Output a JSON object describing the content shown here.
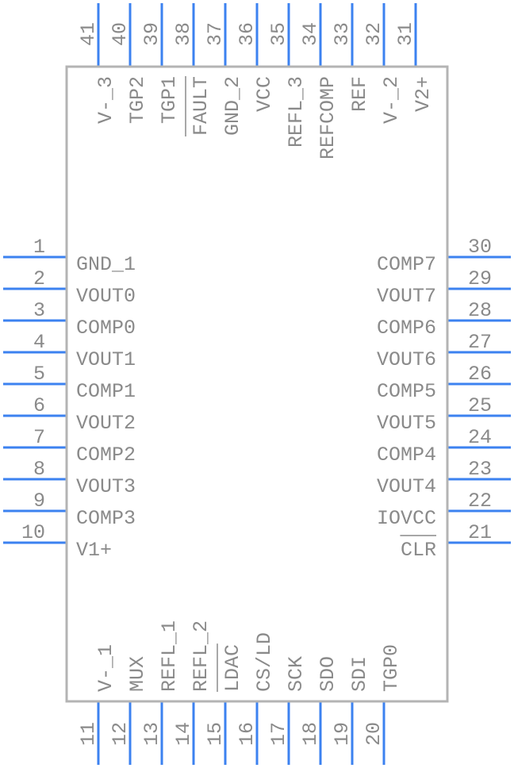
{
  "component": {
    "pins_left": [
      {
        "num": "1",
        "name": "GND_1"
      },
      {
        "num": "2",
        "name": "VOUT0"
      },
      {
        "num": "3",
        "name": "COMP0"
      },
      {
        "num": "4",
        "name": "VOUT1"
      },
      {
        "num": "5",
        "name": "COMP1"
      },
      {
        "num": "6",
        "name": "VOUT2"
      },
      {
        "num": "7",
        "name": "COMP2"
      },
      {
        "num": "8",
        "name": "VOUT3"
      },
      {
        "num": "9",
        "name": "COMP3"
      },
      {
        "num": "10",
        "name": "V1+"
      }
    ],
    "pins_bottom": [
      {
        "num": "11",
        "name": "V-_1"
      },
      {
        "num": "12",
        "name": "MUX"
      },
      {
        "num": "13",
        "name": "REFL_1"
      },
      {
        "num": "14",
        "name": "REFL_2"
      },
      {
        "num": "15",
        "name": "LDAC"
      },
      {
        "num": "16",
        "name": "CS/LD"
      },
      {
        "num": "17",
        "name": "SCK"
      },
      {
        "num": "18",
        "name": "SDO"
      },
      {
        "num": "19",
        "name": "SDI"
      },
      {
        "num": "20",
        "name": "TGP0"
      }
    ],
    "pins_right": [
      {
        "num": "21",
        "name": "CLR"
      },
      {
        "num": "22",
        "name": "IOVCC"
      },
      {
        "num": "23",
        "name": "VOUT4"
      },
      {
        "num": "24",
        "name": "COMP4"
      },
      {
        "num": "25",
        "name": "VOUT5"
      },
      {
        "num": "26",
        "name": "COMP5"
      },
      {
        "num": "27",
        "name": "VOUT6"
      },
      {
        "num": "28",
        "name": "COMP6"
      },
      {
        "num": "29",
        "name": "VOUT7"
      },
      {
        "num": "30",
        "name": "COMP7"
      }
    ],
    "pins_top": [
      {
        "num": "31",
        "name": "V2+"
      },
      {
        "num": "32",
        "name": "V-_2"
      },
      {
        "num": "33",
        "name": "REF"
      },
      {
        "num": "34",
        "name": "REFCOMP"
      },
      {
        "num": "35",
        "name": "REFL_3"
      },
      {
        "num": "36",
        "name": "VCC"
      },
      {
        "num": "37",
        "name": "GND_2"
      },
      {
        "num": "38",
        "name": "FAULT"
      },
      {
        "num": "39",
        "name": "TGP1"
      },
      {
        "num": "40",
        "name": "TGP2"
      },
      {
        "num": "41",
        "name": "V-_3"
      }
    ]
  },
  "colors": {
    "pin": "#3c82f0",
    "outline": "#b4b4b4",
    "text": "#8a8a8a",
    "background": "#ffffff"
  }
}
